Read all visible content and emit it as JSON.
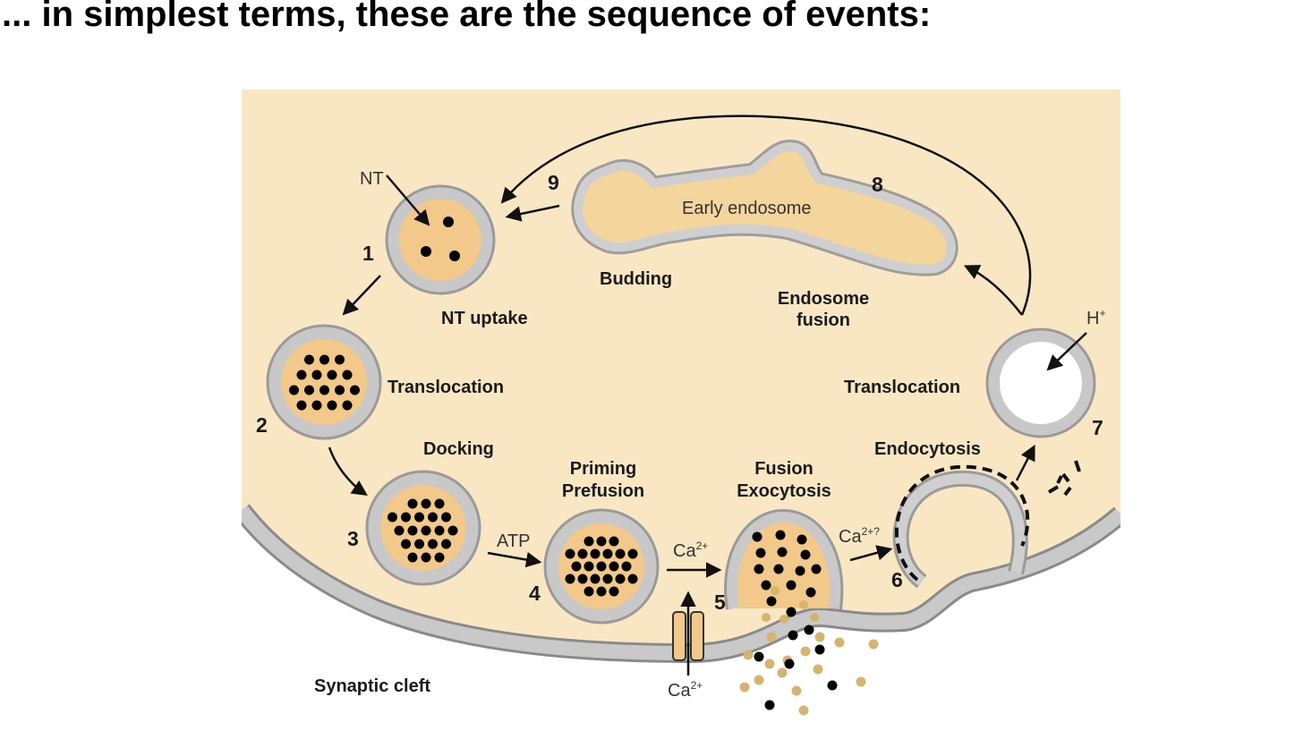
{
  "heading": "... in simplest terms, these are the sequence of events:",
  "colors": {
    "cytoplasm": "#f9e7c4",
    "membrane": "#c2c2c2",
    "lumen": "#f2c98a",
    "nt_gold": "#d6b46e",
    "nt_black": "#000000"
  },
  "labels": {
    "nt": "NT",
    "nt_uptake": "NT uptake",
    "translocation_left": "Translocation",
    "docking": "Docking",
    "atp": "ATP",
    "priming_line1": "Priming",
    "priming_line2": "Prefusion",
    "ca_left": "Ca",
    "ca_left_sup": "2+",
    "fusion_line1": "Fusion",
    "fusion_line2": "Exocytosis",
    "ca_right": "Ca",
    "ca_right_sup": "2+?",
    "ca_channel": "Ca",
    "ca_channel_sup": "2+",
    "endocytosis": "Endocytosis",
    "translocation_right": "Translocation",
    "h_plus": "H",
    "h_plus_sup": "+",
    "endosome_fusion_line1": "Endosome",
    "endosome_fusion_line2": "fusion",
    "early_endosome": "Early endosome",
    "budding": "Budding",
    "synaptic_cleft": "Synaptic cleft"
  },
  "steps": [
    "1",
    "2",
    "3",
    "4",
    "5",
    "6",
    "7",
    "8",
    "9"
  ]
}
